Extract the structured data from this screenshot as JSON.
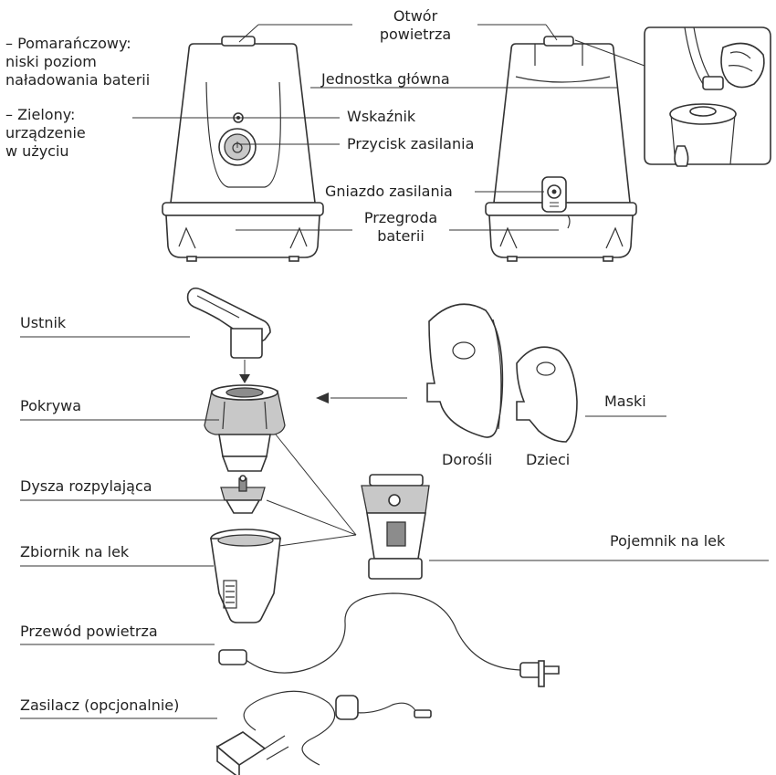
{
  "labels": {
    "air_outlet_line1": "Otwór",
    "air_outlet_line2": "powietrza",
    "orange_line1": "– Pomarańczowy:",
    "orange_line2": "niski poziom",
    "orange_line3": "naładowania baterii",
    "green_line1": "– Zielony:",
    "green_line2": "urządzenie",
    "green_line3": "w użyciu",
    "main_unit": "Jednostka główna",
    "indicator": "Wskaźnik",
    "power_button": "Przycisk zasilania",
    "power_socket": "Gniazdo zasilania",
    "battery_line1": "Przegroda",
    "battery_line2": "baterii",
    "mouthpiece": "Ustnik",
    "cover": "Pokrywa",
    "masks": "Maski",
    "adults": "Dorośli",
    "children": "Dzieci",
    "nozzle": "Dysza rozpylająca",
    "medicine_tank": "Zbiornik na lek",
    "medicine_container": "Pojemnik na lek",
    "air_tube": "Przewód powietrza",
    "adapter": "Zasilacz (opcjonalnie)"
  }
}
